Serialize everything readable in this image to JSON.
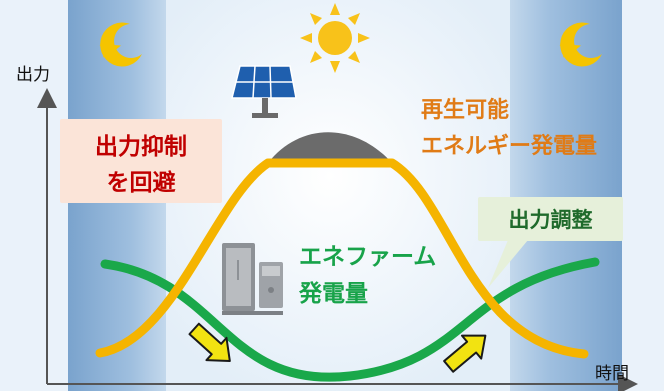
{
  "axis": {
    "y_label": "出力",
    "x_label": "時間"
  },
  "labels": {
    "suppression_line1": "出力抑制",
    "suppression_line2": "を回避",
    "renewable_line1": "再生可能",
    "renewable_line2": "エネルギー発電量",
    "enefarm_line1": "エネファーム",
    "enefarm_line2": "発電量",
    "adjustment": "出力調整"
  },
  "colors": {
    "renewable_curve": "#f5b400",
    "enefarm_curve": "#1aa84a",
    "suppressed_area": "#6b6b6b",
    "suppression_line": "#e0201d",
    "suppression_text": "#c00000",
    "renewable_text": "#e07b16",
    "enefarm_text": "#18a34a",
    "adjustment_text": "#1f6a2b",
    "night_band": "#7ea6cf",
    "arrow_fill": "#f2e311"
  },
  "icons": [
    "moon-star-icon",
    "sun-icon",
    "solar-panel-icon",
    "fuel-cell-unit-icon",
    "arrow-down-right-icon",
    "arrow-up-right-icon"
  ]
}
